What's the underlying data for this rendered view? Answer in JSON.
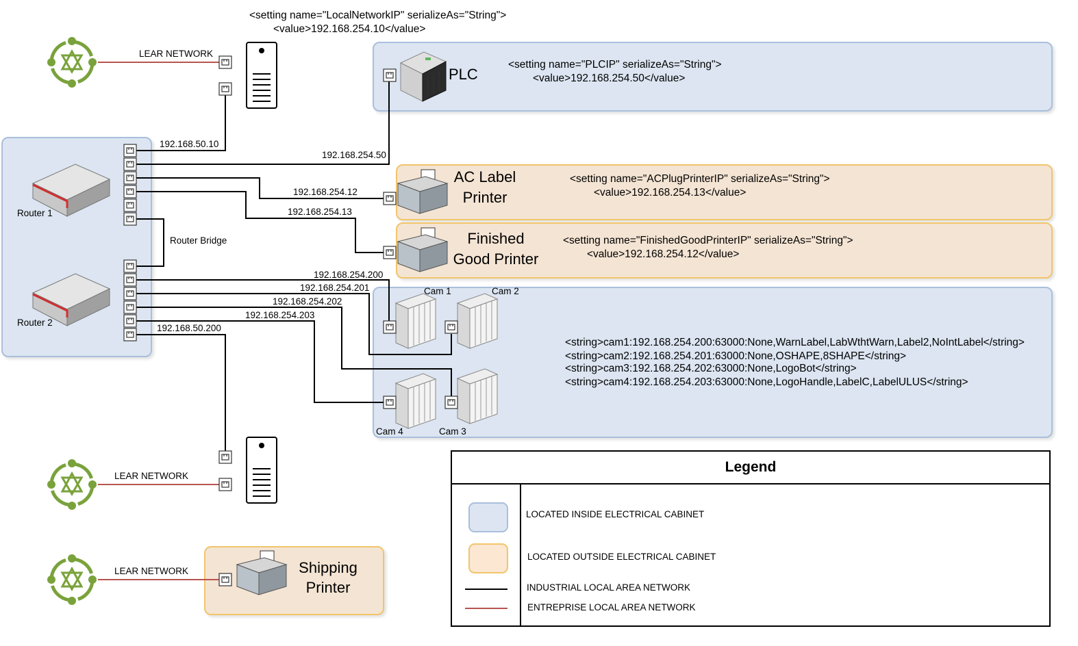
{
  "server_top_xml": {
    "line1": "<setting name=\"LocalNetworkIP\" serializeAs=\"String\">",
    "line2": "<value>192.168.254.10</value>"
  },
  "plc": {
    "label": "PLC",
    "xml_line1": "<setting name=\"PLCIP\" serializeAs=\"String\">",
    "xml_line2": "<value>192.168.254.50</value>"
  },
  "ac_label_printer": {
    "label_line1": "AC Label",
    "label_line2": "Printer",
    "xml_line1": "<setting name=\"ACPlugPrinterIP\" serializeAs=\"String\">",
    "xml_line2": "<value>192.168.254.13</value>"
  },
  "finished_good_printer": {
    "label_line1": "Finished",
    "label_line2": "Good Printer",
    "xml_line1": "<setting name=\"FinishedGoodPrinterIP\" serializeAs=\"String\">",
    "xml_line2": "<value>192.168.254.12</value>"
  },
  "cameras": {
    "cam1": "Cam 1",
    "cam2": "Cam 2",
    "cam3": "Cam 3",
    "cam4": "Cam 4",
    "config": [
      "<string>cam1:192.168.254.200:63000:None,WarnLabel,LabWthtWarn,Label2,NoIntLabel</string>",
      "<string>cam2:192.168.254.201:63000:None,OSHAPE,8SHAPE</string>",
      "<string>cam3:192.168.254.202:63000:None,LogoBot</string>",
      "<string>cam4:192.168.254.203:63000:None,LogoHandle,LabelC,LabelULUS</string>"
    ]
  },
  "routers": {
    "router1": "Router 1",
    "router2": "Router 2",
    "bridge": "Router Bridge"
  },
  "ips": {
    "r1_server": "192.168.50.10",
    "plc": "192.168.254.50",
    "ac_printer": "192.168.254.12",
    "fg_printer": "192.168.254.13",
    "cam1": "192.168.254.200",
    "cam2": "192.168.254.201",
    "cam3": "192.168.254.202",
    "cam4": "192.168.254.203",
    "r2_server": "192.168.50.200"
  },
  "networks": {
    "top": "LEAR NETWORK",
    "middle": "LEAR NETWORK",
    "bottom": "LEAR NETWORK"
  },
  "shipping_printer": {
    "line1": "Shipping",
    "line2": "Printer"
  },
  "legend": {
    "title": "Legend",
    "inside": "LOCATED INSIDE ELECTRICAL CABINET",
    "outside": "LOCATED OUTSIDE ELECTRICAL CABINET",
    "industrial": "INDUSTRIAL LOCAL AREA NETWORK",
    "enterprise": "ENTREPRISE LOCAL AREA NETWORK"
  },
  "colors": {
    "inside_fill": "#dce5f1",
    "inside_border": "#a9bfdc",
    "outside_fill": "#f4e4d3",
    "outside_border": "#f1c56b",
    "industrial_line": "#000000",
    "enterprise_line": "#b85450",
    "network_icon": "#7aa23b"
  }
}
